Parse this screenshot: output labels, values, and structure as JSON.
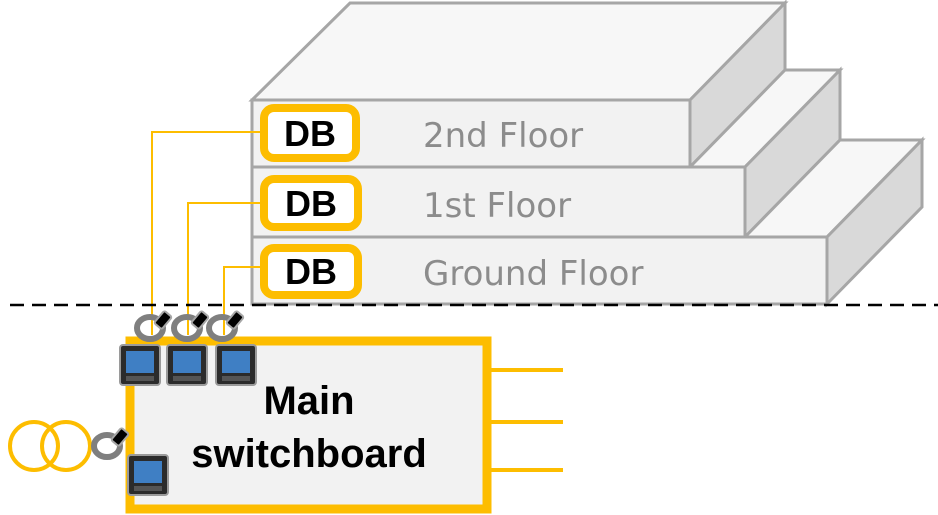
{
  "floors": [
    {
      "db_label": "DB",
      "name": "2nd Floor"
    },
    {
      "db_label": "DB",
      "name": "1st Floor"
    },
    {
      "db_label": "DB",
      "name": "Ground Floor"
    }
  ],
  "switchboard": {
    "line1": "Main",
    "line2": "switchboard"
  },
  "colors": {
    "accent": "#fdbd00",
    "slab_front": "#f2f2f2",
    "slab_top": "#f7f7f7",
    "slab_side": "#d9d9d9",
    "slab_edge": "#a6a6a6",
    "floor_text": "#8c8c8c"
  },
  "icons": [
    "meter-icon",
    "current-clamp-icon",
    "transformer-icon"
  ]
}
